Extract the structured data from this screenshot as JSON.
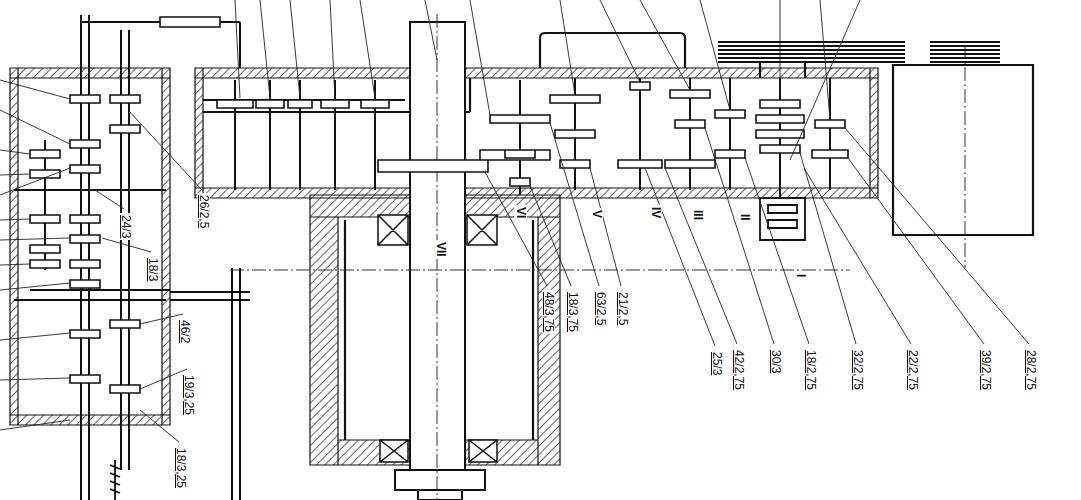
{
  "diagram": {
    "labels": [
      "26/2,5",
      "24/3",
      "18/3",
      "46/2",
      "19/3,25",
      "18/3,25",
      "VII",
      "VI",
      "V",
      "IV",
      "III",
      "II",
      "I",
      "48/3,75",
      "18/3,75",
      "63/2,5",
      "21/2,5",
      "25/3",
      "42/2,75",
      "30/3",
      "18/2,75",
      "32/2,75",
      "22/2,75",
      "39/2,75",
      "28/2,75"
    ]
  }
}
